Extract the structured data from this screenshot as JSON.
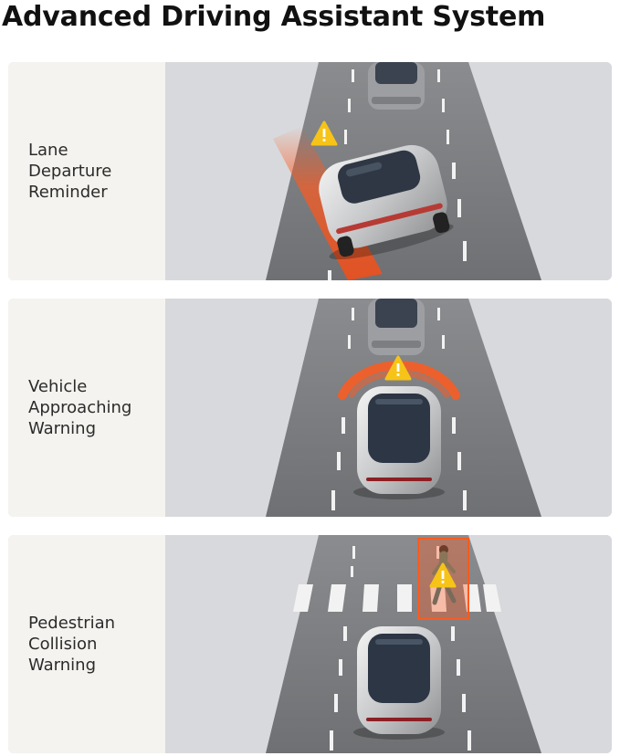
{
  "title": "Advanced Driving Assistant System",
  "features": [
    {
      "lines": [
        "Lane",
        "Departure",
        "Reminder"
      ]
    },
    {
      "lines": [
        "Vehicle",
        "Approaching",
        "Warning"
      ]
    },
    {
      "lines": [
        "Pedestrian",
        "Collision",
        "Warning"
      ]
    }
  ],
  "colors": {
    "warning": "#f6c318",
    "alert": "#ff5a1f",
    "road": "#737578",
    "label_bg": "#f4f3ef"
  },
  "icons": [
    "warning-triangle-icon"
  ]
}
